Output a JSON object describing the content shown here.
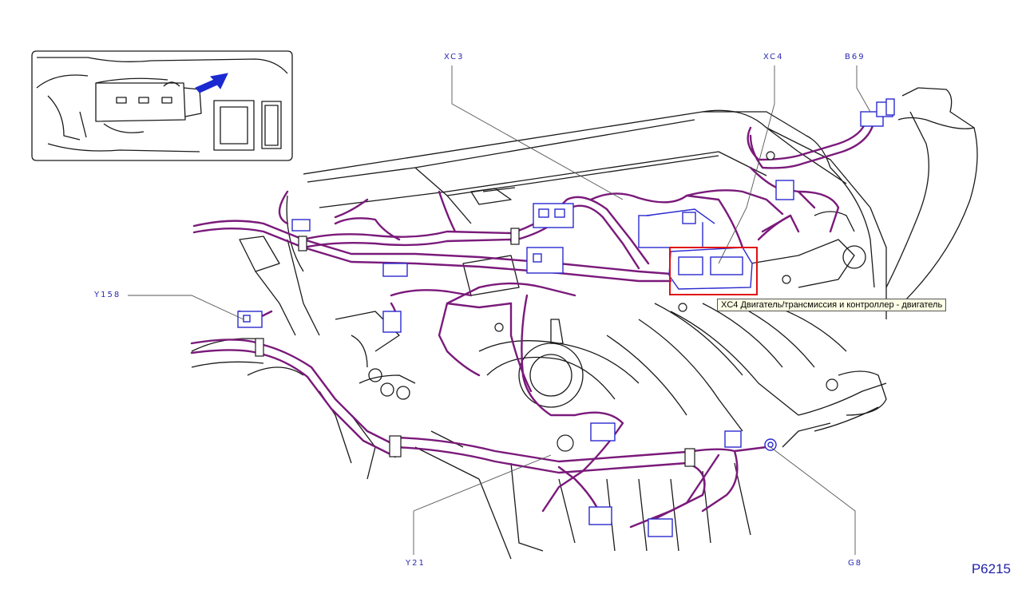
{
  "callouts": {
    "xc3": "XC3",
    "xc4": "XC4",
    "b69": "B69",
    "y158": "Y158",
    "y21": "Y21",
    "g8": "G8"
  },
  "figure_id": "P6215",
  "tooltip": "XC4 Двигатель/трансмиссия и контроллер - двигатель",
  "colors": {
    "line": "#1a1a1a",
    "harness": "#7a1a7a",
    "connector": "#2a2ad0",
    "highlight": "#e01010",
    "leader": "#555555"
  },
  "icons": {
    "inset_arrow": "arrow-icon"
  }
}
